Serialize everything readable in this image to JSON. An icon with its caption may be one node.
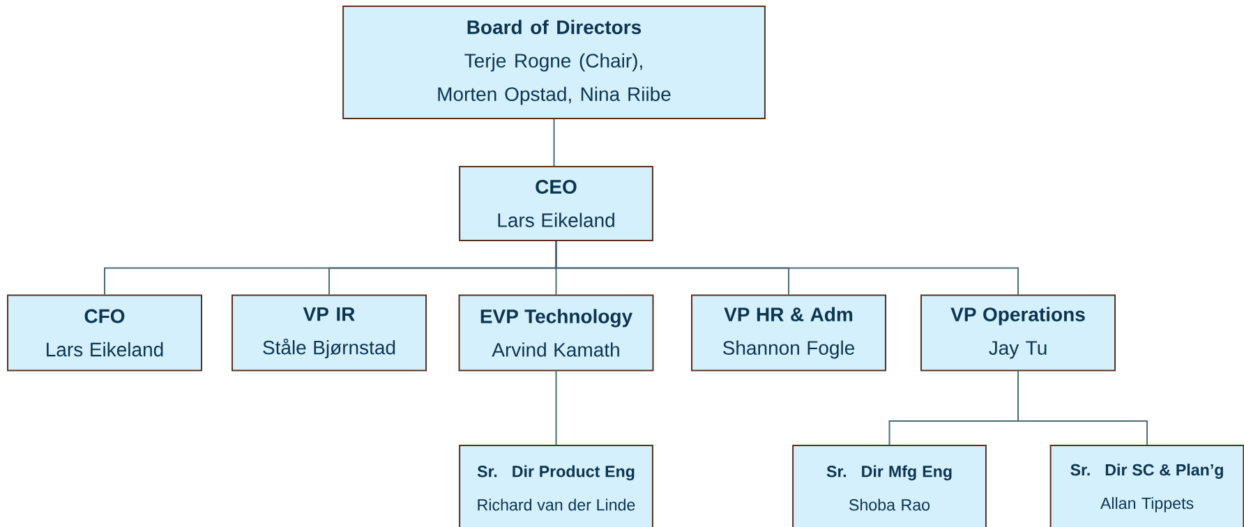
{
  "diagram": {
    "nodes": [
      {
        "text": [
          "Board of Directors",
          "Terje Rogne (Chair), Morten Opstad, Nina Riibe"
        ]
      },
      {
        "text": [
          "CEO",
          "Lars Eikeland"
        ]
      },
      {
        "text": [
          "CFO",
          "Lars Eikeland"
        ]
      },
      {
        "text": [
          "VP IR",
          "Ståle Bjørnstad"
        ]
      },
      {
        "text": [
          "EVP Technology",
          "Arvind Kamath"
        ]
      },
      {
        "text": [
          "VP HR & Adm",
          "Shannon Fogle"
        ]
      },
      {
        "text": [
          "VP Operations",
          "Jay Tu"
        ]
      },
      {
        "text": [
          "Sr. Dir Product Eng",
          "Richard van der Linde"
        ]
      },
      {
        "text": [
          "Sr. Dir Mfg Eng",
          "Shoba Rao"
        ]
      },
      {
        "text": [
          "Sr. Dir SC & Plan’g",
          "Allan Tippets"
        ]
      }
    ],
    "edges": [
      {
        "from": 0,
        "to": 1,
        "arrow": "none"
      },
      {
        "from": 1,
        "to": 2,
        "arrow": "none"
      },
      {
        "from": 1,
        "to": 3,
        "arrow": "none"
      },
      {
        "from": 1,
        "to": 4,
        "arrow": "none"
      },
      {
        "from": 1,
        "to": 5,
        "arrow": "none"
      },
      {
        "from": 1,
        "to": 6,
        "arrow": "none"
      },
      {
        "from": 4,
        "to": 7,
        "arrow": "none"
      },
      {
        "from": 6,
        "to": 8,
        "arrow": "none"
      },
      {
        "from": 6,
        "to": 9,
        "arrow": "none"
      }
    ]
  }
}
